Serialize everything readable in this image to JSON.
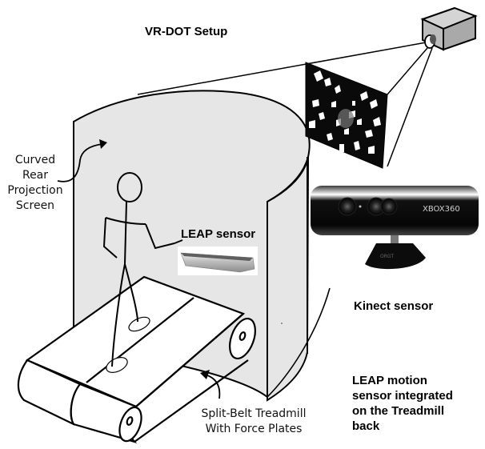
{
  "title": "VR-DOT  Setup",
  "labels": {
    "curved_screen": [
      "Curved",
      "Rear",
      "Projection",
      "Screen"
    ],
    "leap_sensor": "LEAP sensor",
    "kinect_sensor": "Kinect sensor",
    "kinect_brand": "XBOX360",
    "leap_note": [
      "LEAP motion",
      "sensor integrated",
      "on the Treadmill",
      "back"
    ],
    "treadmill": [
      "Split-Belt Treadmill",
      "With Force Plates"
    ]
  },
  "colors": {
    "screen_fill": "#e6e6e6",
    "line": "#000000",
    "projector_top": "#d0d0d0",
    "projector_side": "#a8a8a8",
    "projected_image_bg": "#0a0a0a",
    "kinect_body": "#0c0c0c"
  }
}
